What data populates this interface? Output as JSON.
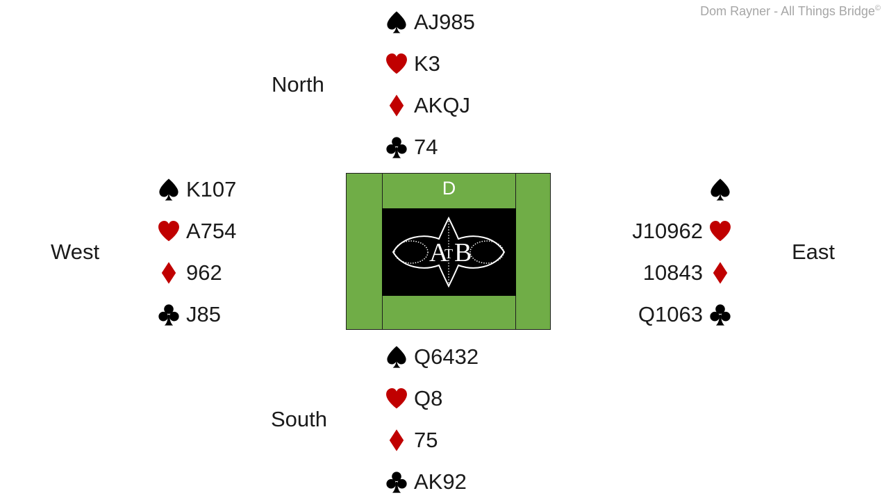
{
  "credit": {
    "text": "Dom Rayner  - All Things Bridge",
    "mark": "©"
  },
  "table": {
    "dealer": "D",
    "logo_text": "ATB",
    "logo_letters": [
      "A",
      "T",
      "B"
    ]
  },
  "colors": {
    "red_suit": "#c00000",
    "black_suit": "#000000",
    "table_green": "#70ad47"
  },
  "seats": {
    "north": {
      "name": "North",
      "spades": "AJ985",
      "hearts": "K3",
      "diamonds": "AKQJ",
      "clubs": "74"
    },
    "west": {
      "name": "West",
      "spades": "K107",
      "hearts": "A754",
      "diamonds": "962",
      "clubs": "J85"
    },
    "east": {
      "name": "East",
      "spades": "",
      "hearts": "J10962",
      "diamonds": "10843",
      "clubs": "Q1063"
    },
    "south": {
      "name": "South",
      "spades": "Q6432",
      "hearts": "Q8",
      "diamonds": "75",
      "clubs": "AK92"
    }
  },
  "suit_icons": {
    "spades": "spade-icon",
    "hearts": "heart-icon",
    "diamonds": "diamond-icon",
    "clubs": "club-icon"
  }
}
